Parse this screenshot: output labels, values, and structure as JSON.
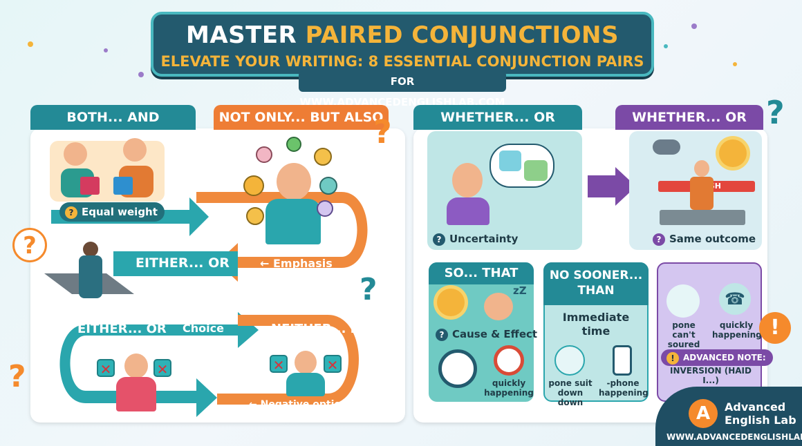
{
  "header": {
    "title_part1": "MASTER ",
    "title_part2": "PAIRED CONJUNCTIONS",
    "subtitle": "ELEVATE YOUR WRITING: 8 ESSENTIAL CONJUNCTION PAIRS",
    "url_line": "FOR WWW.ADVANCEDENGLISHLAB.COM"
  },
  "left_panel": {
    "both_and": {
      "title": "BOTH... AND",
      "pill": "Equal weight"
    },
    "not_only": {
      "title": "NOT ONLY... BUT ALSO",
      "note": "Emphasis"
    },
    "either_or": {
      "title": "EITHER... OR"
    },
    "either_or_2": {
      "title": "EITHER... OR",
      "note": "Choice"
    },
    "neither_nor": {
      "title": "NEITHER... NOR",
      "note": "Negative options"
    }
  },
  "right_panel": {
    "whether_or": {
      "title": "WHETHER... OR",
      "pill": "Uncertainty"
    },
    "whether_or_not": {
      "title": "WHETHER... OR NOT",
      "pill": "Same outcome",
      "finish": "FINISH"
    },
    "so_that": {
      "title": "SO... THAT",
      "pill": "Cause & Effect",
      "sleep": "zZ",
      "caption": "quickly happening"
    },
    "no_sooner": {
      "title": "NO SOONER... THAN",
      "note": "Immediate time",
      "caption1": "pone suit down down",
      "caption2": "-phone happening"
    },
    "purple_card": {
      "caption1": "pone can't soured",
      "caption2": "quickly happening",
      "note_title": "ADVANCED NOTE:",
      "note_text": "INVERSION (HAID I...)"
    }
  },
  "brand": {
    "name_line1": "Advanced",
    "name_line2": "English Lab",
    "url": "WWW.ADVANCEDENGLISHLAB.COM"
  },
  "colors": {
    "teal": "#238a96",
    "orange": "#ee7d35",
    "purple": "#7b4aa6",
    "navy": "#235a6e",
    "gold": "#f4b43a"
  },
  "icons": [
    "question-mark-icon",
    "exclamation-icon",
    "sun-icon",
    "cloud-rain-icon",
    "stopwatch-icon",
    "clock-icon",
    "phone-icon",
    "speech-bubble-icon",
    "checkmark-icon",
    "thumbs-up-icon",
    "gift-icon"
  ]
}
